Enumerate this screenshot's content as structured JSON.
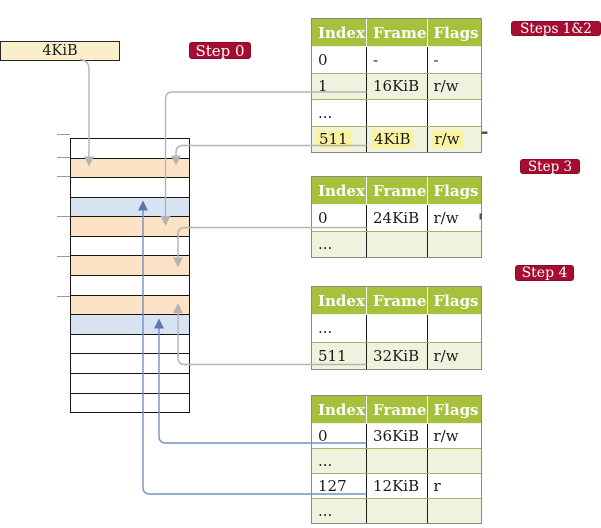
{
  "size_box": {
    "label": "4KiB"
  },
  "badges": {
    "step0": "Step 0",
    "steps12": "Steps 1&2",
    "step3": "Step 3",
    "step4": "Step 4"
  },
  "memory_column": {
    "rows": [
      "white",
      "peach",
      "white",
      "blue",
      "peach",
      "white",
      "peach",
      "white",
      "peach",
      "blue",
      "white",
      "white",
      "white",
      "white"
    ]
  },
  "tables": [
    {
      "name": "page-table-steps-1-2",
      "headers": [
        "Index",
        "Frame",
        "Flags"
      ],
      "rows": [
        {
          "cells": [
            "0",
            "-",
            "-"
          ],
          "shaded": false,
          "highlight": false
        },
        {
          "cells": [
            "1",
            "16KiB",
            "r/w"
          ],
          "shaded": true,
          "highlight": false
        },
        {
          "cells": [
            "...",
            "",
            ""
          ],
          "shaded": false,
          "highlight": false
        },
        {
          "cells": [
            "511",
            "4KiB",
            "r/w"
          ],
          "shaded": true,
          "highlight": true
        }
      ]
    },
    {
      "name": "page-table-step-3",
      "headers": [
        "Index",
        "Frame",
        "Flags"
      ],
      "rows": [
        {
          "cells": [
            "0",
            "24KiB",
            "r/w"
          ],
          "shaded": false,
          "highlight": false
        },
        {
          "cells": [
            "...",
            "",
            ""
          ],
          "shaded": true,
          "highlight": false
        }
      ]
    },
    {
      "name": "page-table-step-4",
      "headers": [
        "Index",
        "Frame",
        "Flags"
      ],
      "rows": [
        {
          "cells": [
            "...",
            "",
            ""
          ],
          "shaded": false,
          "highlight": false
        },
        {
          "cells": [
            "511",
            "32KiB",
            "r/w"
          ],
          "shaded": true,
          "highlight": false
        }
      ]
    },
    {
      "name": "page-table-final",
      "headers": [
        "Index",
        "Frame",
        "Flags"
      ],
      "rows": [
        {
          "cells": [
            "0",
            "36KiB",
            "r/w"
          ],
          "shaded": false,
          "highlight": false
        },
        {
          "cells": [
            "...",
            "",
            ""
          ],
          "shaded": true,
          "highlight": false
        },
        {
          "cells": [
            "127",
            "12KiB",
            "r"
          ],
          "shaded": false,
          "highlight": false
        },
        {
          "cells": [
            "...",
            "",
            ""
          ],
          "shaded": true,
          "highlight": false
        }
      ]
    }
  ],
  "colors": {
    "header_green": "#a6c13b",
    "row_green": "#eef3dd",
    "peach": "#fce3c5",
    "blue_row": "#d8e3f2",
    "cream": "#faefc8",
    "highlight_yellow": "#fcf3a0",
    "badge_red": "#a60d32",
    "arrow_gray": "#b4b4b4",
    "arrow_blue": "#7490c1",
    "arrow_blue_head": "#5b77ad"
  }
}
